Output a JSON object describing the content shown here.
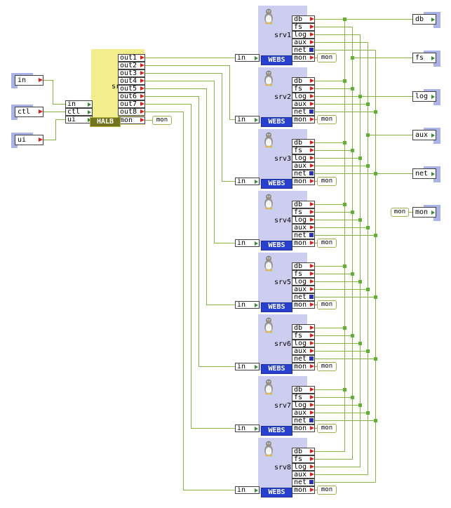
{
  "colors": {
    "wire": "#85b243",
    "junction": "#5fb130",
    "server_bg": "#cdcdf0",
    "tab": "#a9b2e9",
    "main_bg": "#f2ee8d",
    "kernel_main_bg": "#73731d",
    "kernel_main_border": "#b3b341",
    "kernel_server_bg": "#2840d0",
    "probe_border": "#9ab14c",
    "red": "#e51a10",
    "blue": "#2130cc",
    "green": "#2f8f2f",
    "box_border": "#40403f"
  },
  "left_terminals": [
    {
      "label": "in"
    },
    {
      "label": "ctl"
    },
    {
      "label": "ui"
    }
  ],
  "main_block": {
    "name": "srv",
    "kernel_label": "HALB",
    "inputs": [
      {
        "label": "in"
      },
      {
        "label": "ctl"
      },
      {
        "label": "ui"
      }
    ],
    "outputs": [
      {
        "label": "out1"
      },
      {
        "label": "out2"
      },
      {
        "label": "out3"
      },
      {
        "label": "out4"
      },
      {
        "label": "out5"
      },
      {
        "label": "out6"
      },
      {
        "label": "out7"
      },
      {
        "label": "out8"
      },
      {
        "label": "mon"
      }
    ],
    "monitor": {
      "label": "mon"
    }
  },
  "servers": [
    {
      "name": "srv1",
      "kernel_label": "WEBS",
      "input_label": "in",
      "outputs": [
        {
          "label": "db"
        },
        {
          "label": "fs"
        },
        {
          "label": "log"
        },
        {
          "label": "aux"
        },
        {
          "label": "net",
          "connector": "blue-square"
        },
        {
          "label": "mon"
        }
      ],
      "monitor": {
        "label": "mon"
      }
    },
    {
      "name": "srv2",
      "kernel_label": "WEBS",
      "input_label": "in",
      "outputs": [
        {
          "label": "db"
        },
        {
          "label": "fs"
        },
        {
          "label": "log"
        },
        {
          "label": "aux"
        },
        {
          "label": "net",
          "connector": "blue-square"
        },
        {
          "label": "mon"
        }
      ],
      "monitor": {
        "label": "mon"
      }
    },
    {
      "name": "srv3",
      "kernel_label": "WEBS",
      "input_label": "in",
      "outputs": [
        {
          "label": "db"
        },
        {
          "label": "fs"
        },
        {
          "label": "log"
        },
        {
          "label": "aux"
        },
        {
          "label": "net",
          "connector": "blue-square"
        },
        {
          "label": "mon"
        }
      ],
      "monitor": {
        "label": "mon"
      }
    },
    {
      "name": "srv4",
      "kernel_label": "WEBS",
      "input_label": "in",
      "outputs": [
        {
          "label": "db"
        },
        {
          "label": "fs"
        },
        {
          "label": "log"
        },
        {
          "label": "aux"
        },
        {
          "label": "net",
          "connector": "blue-square"
        },
        {
          "label": "mon"
        }
      ],
      "monitor": {
        "label": "mon"
      }
    },
    {
      "name": "srv5",
      "kernel_label": "WEBS",
      "input_label": "in",
      "outputs": [
        {
          "label": "db"
        },
        {
          "label": "fs"
        },
        {
          "label": "log"
        },
        {
          "label": "aux"
        },
        {
          "label": "net",
          "connector": "blue-square"
        },
        {
          "label": "mon"
        }
      ],
      "monitor": {
        "label": "mon"
      }
    },
    {
      "name": "srv6",
      "kernel_label": "WEBS",
      "input_label": "in",
      "outputs": [
        {
          "label": "db"
        },
        {
          "label": "fs"
        },
        {
          "label": "log"
        },
        {
          "label": "aux"
        },
        {
          "label": "net",
          "connector": "blue-square"
        },
        {
          "label": "mon"
        }
      ],
      "monitor": {
        "label": "mon"
      }
    },
    {
      "name": "srv7",
      "kernel_label": "WEBS",
      "input_label": "in",
      "outputs": [
        {
          "label": "db"
        },
        {
          "label": "fs"
        },
        {
          "label": "log"
        },
        {
          "label": "aux"
        },
        {
          "label": "net",
          "connector": "blue-square"
        },
        {
          "label": "mon"
        }
      ],
      "monitor": {
        "label": "mon"
      }
    },
    {
      "name": "srv8",
      "kernel_label": "WEBS",
      "input_label": "in",
      "outputs": [
        {
          "label": "db"
        },
        {
          "label": "fs"
        },
        {
          "label": "log"
        },
        {
          "label": "aux"
        },
        {
          "label": "net",
          "connector": "blue-square"
        },
        {
          "label": "mon"
        }
      ],
      "monitor": {
        "label": "mon"
      }
    }
  ],
  "right_terminals": [
    {
      "label": "db"
    },
    {
      "label": "fs"
    },
    {
      "label": "log"
    },
    {
      "label": "aux"
    },
    {
      "label": "net"
    },
    {
      "label": "mon"
    }
  ],
  "right_monitor": {
    "label": "mon"
  }
}
